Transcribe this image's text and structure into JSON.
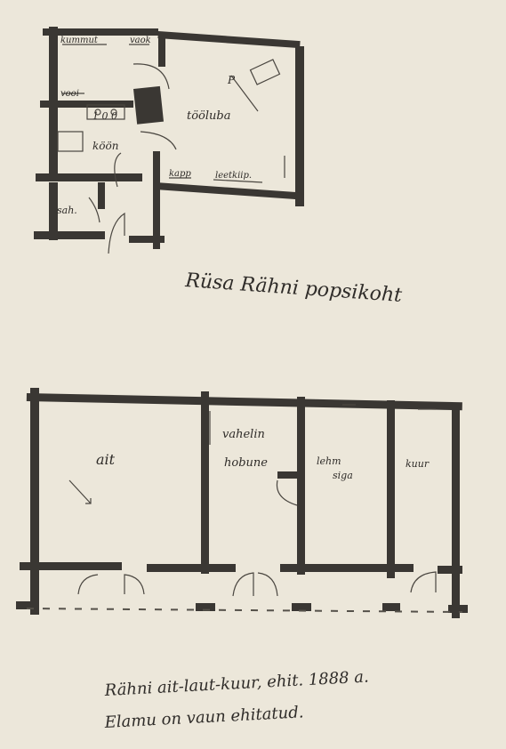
{
  "plan1": {
    "rooms": {
      "kummut": "kummut",
      "vaok": "vaok",
      "vooi": "vooi",
      "koogimark": "1 0 0",
      "koon": "köön",
      "tootuba": "tööluba",
      "p": "P",
      "kapp": "kapp",
      "lesttoop": "leetkiip.",
      "sah": "sah."
    },
    "caption": "Rüsa Rähni popsikoht"
  },
  "plan2": {
    "rooms": {
      "ait": "ait",
      "vahelin": "vahelin",
      "hobune": "hobune",
      "lehm": "lehm",
      "siga": "siga",
      "kuur": "kuur"
    },
    "caption_line1": "Rähni ait-laut-kuur, ehit. 1888 a.",
    "caption_line2": "Elamu on vaun ehitatud."
  }
}
